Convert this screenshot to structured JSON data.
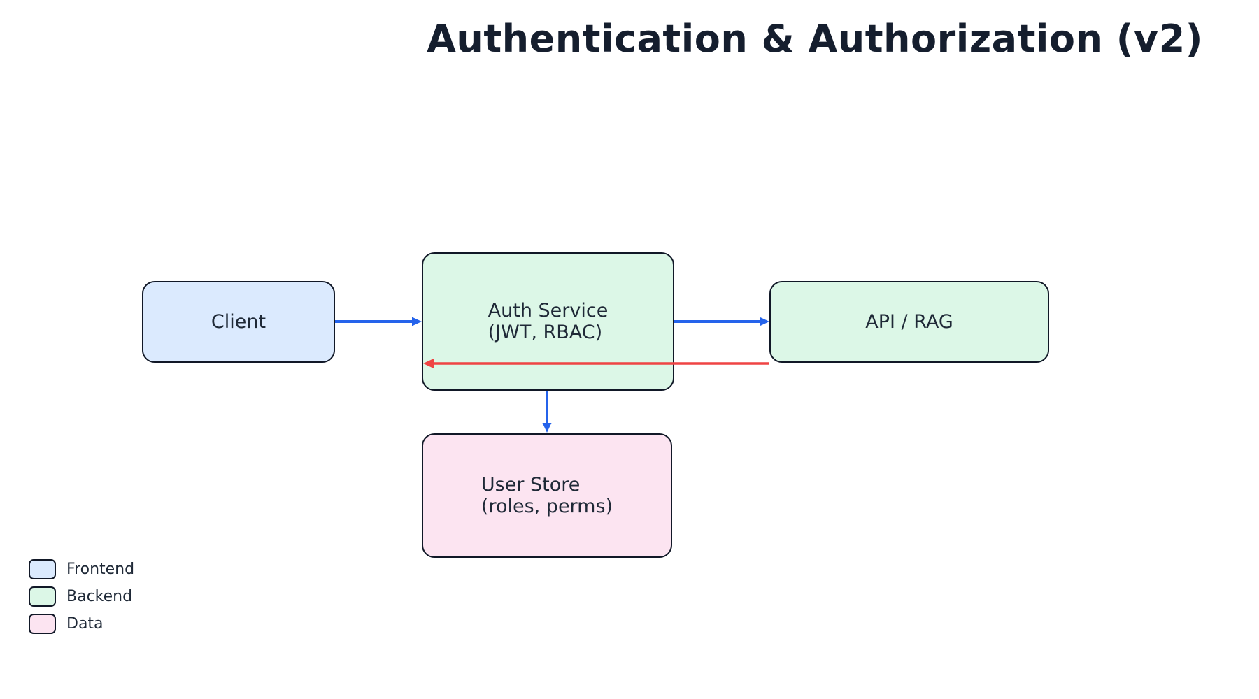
{
  "title": "Authentication & Authorization (v2)",
  "nodes": {
    "client": {
      "line1": "Client",
      "category": "frontend"
    },
    "auth": {
      "line1": "Auth Service",
      "line2": "(JWT, RBAC)",
      "category": "backend"
    },
    "api": {
      "line1": "API / RAG",
      "category": "backend"
    },
    "store": {
      "line1": "User Store",
      "line2": "(roles, perms)",
      "category": "data"
    }
  },
  "edges": [
    {
      "from": "client",
      "to": "auth",
      "style": "primary"
    },
    {
      "from": "auth",
      "to": "api",
      "style": "primary"
    },
    {
      "from": "api",
      "to": "auth",
      "style": "return"
    },
    {
      "from": "auth",
      "to": "store",
      "style": "primary"
    }
  ],
  "legend": {
    "items": [
      {
        "label": "Frontend",
        "category": "frontend"
      },
      {
        "label": "Backend",
        "category": "backend"
      },
      {
        "label": "Data",
        "category": "data"
      }
    ]
  },
  "colors": {
    "frontend": "#dbeafe",
    "backend": "#dcf7e7",
    "data": "#fce4f1",
    "border": "#111827",
    "text": "#1f2937",
    "title": "#151e2e",
    "arrow-primary": "#2563eb",
    "arrow-return": "#ef4444"
  }
}
